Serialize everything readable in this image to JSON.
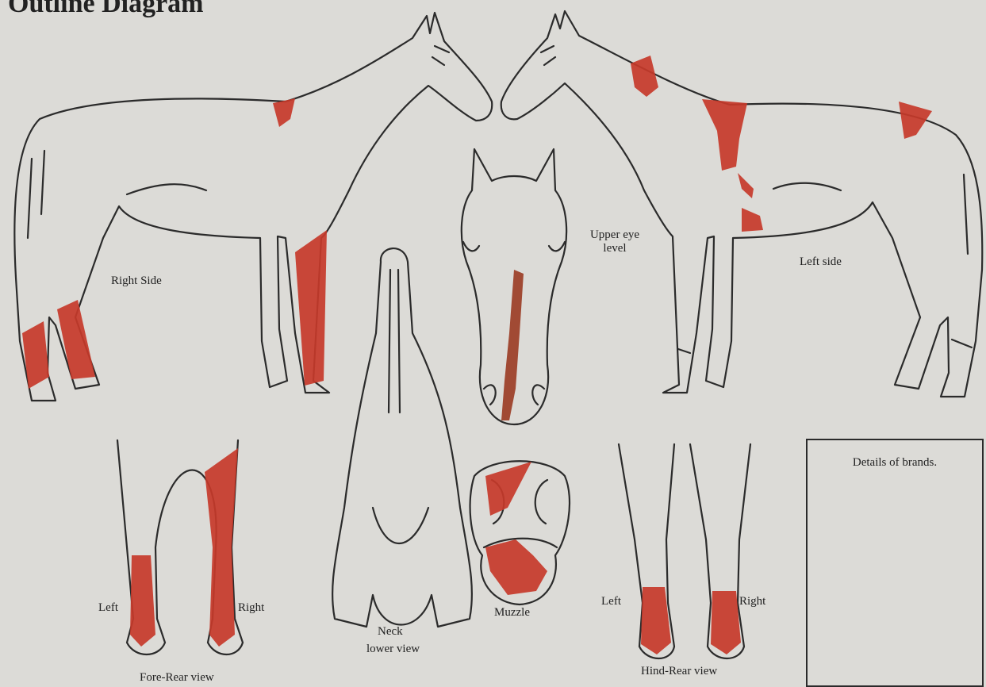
{
  "title": "Outline Diagram",
  "labels": {
    "right_side": "Right Side",
    "left_side": "Left side",
    "upper_eye_level": "Upper eye level",
    "neck": "Neck",
    "lower_view": "lower view",
    "muzzle": "Muzzle",
    "fore_left": "Left",
    "fore_right": "Right",
    "fore_rear_view": "Fore-Rear view",
    "hind_left": "Left",
    "hind_right": "Right",
    "hind_rear_view": "Hind-Rear view"
  },
  "brands": {
    "title": "Details of brands."
  },
  "colors": {
    "marking": "#c63a2a",
    "outline": "#2b2b2b",
    "paper": "#dcdbd7"
  }
}
